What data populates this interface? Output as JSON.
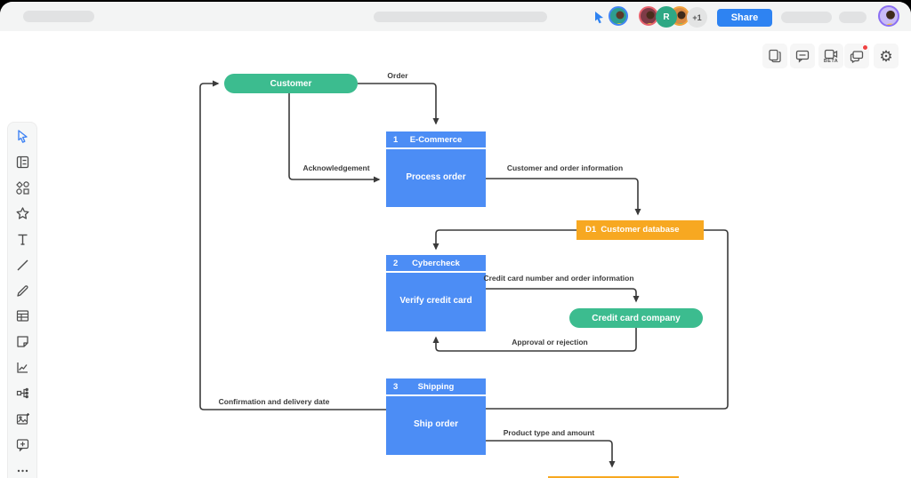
{
  "window": {
    "share_label": "Share",
    "overflow_count": "+1",
    "collaborator_initial": "R",
    "icons": [
      "follow-cursor-icon",
      "avatar",
      "avatar-group",
      "tab-placeholder",
      "address-placeholder"
    ]
  },
  "toolbar": {
    "beta_label": "BETA",
    "icons": [
      "pages-icon",
      "comment-icon",
      "video-camera-icon",
      "chat-notification-icon",
      "gear-icon"
    ]
  },
  "sidebar": {
    "tools": [
      "select-tool",
      "shape-panel-tool",
      "shapes-tool",
      "favorites-tool",
      "text-tool",
      "line-tool",
      "pen-tool",
      "table-tool",
      "note-tool",
      "chart-tool",
      "mindmap-tool",
      "image-tool",
      "comment-add-tool",
      "more-tools"
    ]
  },
  "diagram": {
    "nodes": {
      "customer": {
        "label": "Customer"
      },
      "ecommerce": {
        "number": "1",
        "title": "E-Commerce",
        "body": "Process order"
      },
      "customer_database": {
        "number": "D1",
        "title": "Customer database"
      },
      "cybercheck": {
        "number": "2",
        "title": "Cybercheck",
        "body": "Verify credit card"
      },
      "credit_card_company": {
        "label": "Credit card company"
      },
      "shipping": {
        "number": "3",
        "title": "Shipping",
        "body": "Ship order"
      }
    },
    "edge_labels": {
      "order": "Order",
      "acknowledgement": "Acknowledgement",
      "customer_order_info": "Customer and order information",
      "credit_card_info": "Credit card number and order information",
      "approval": "Approval or rejection",
      "confirmation": "Confirmation and delivery date",
      "product_type": "Product type and amount"
    },
    "colors": {
      "process_blue": "#4C8DF5",
      "terminator_green": "#3CBC8F",
      "datastore_orange": "#F7A821",
      "connector": "#3A3A3A",
      "share_blue": "#2E83F2"
    }
  }
}
